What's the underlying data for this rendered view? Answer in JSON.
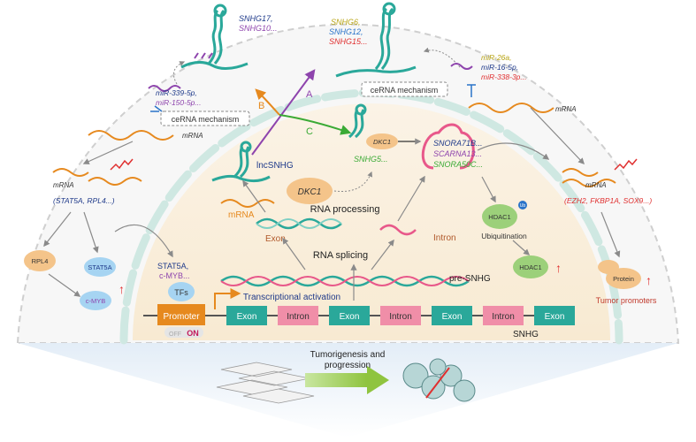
{
  "colors": {
    "teal": "#2aa89a",
    "pink": "#e8588a",
    "purple": "#8e44ad",
    "orange": "#e6891e",
    "green": "#3aaa35",
    "red": "#e03030",
    "blue": "#2a73c9",
    "olive": "#b8a414",
    "navy": "#1f3a8a"
  },
  "branches": {
    "a": "A",
    "b": "B",
    "c": "C"
  },
  "top_center": {
    "lines": [
      "SNHG6,",
      "SNHG12,",
      "SNHG15..."
    ],
    "ceRNA": "ceRNA mechanism"
  },
  "top_left": {
    "snhg_lines": [
      "SNHG17,",
      "SNHG10..."
    ],
    "mirna_lines": [
      "miR-339-5p,",
      "miR-150-5p..."
    ],
    "ceRNA": "ceRNA mechanism",
    "mrna": "mRNA"
  },
  "top_right": {
    "mirna_lines": [
      "miR-26a,",
      "miR-16-5p,",
      "miR-338-3p..."
    ],
    "mrna": "mRNA"
  },
  "left_panel": {
    "mrna": "mRNA",
    "targets": "(STAT5A, RPL4...)",
    "rpl4": "RPL4",
    "stat5a": "STAT5A",
    "cmyb": "c-MYB"
  },
  "right_panel": {
    "mrna": "mRNA",
    "targets": "(EZH2, FKBP1A, SOX9...)",
    "protein": "Protein",
    "tumor_promoters": "Tumor promoters"
  },
  "nucleus": {
    "lncsnhg": "lncSNHG",
    "dkc1": "DKC1",
    "dkc1_small": "DKC1",
    "snhg5": "SNHG5...",
    "snornas": [
      "SNORA71B...",
      "SCARNA13...",
      "SNORA50C..."
    ],
    "hdac1_top": "HDAC1",
    "ub": "Ub",
    "ubiquitination": "Ubiquitination",
    "hdac1_bottom": "HDAC1",
    "mrna": "mRNA",
    "rna_processing": "RNA processing",
    "exon": "Exon",
    "intron": "Intron",
    "rna_splicing": "RNA splicing",
    "pre_snhg": "pre-SNHG",
    "tf_lines": [
      "STAT5A,",
      "c-MYB..."
    ],
    "tfs": "TFs",
    "transcriptional": "Transcriptional activation",
    "promoter": "Promoter",
    "off": "OFF",
    "on": "ON",
    "gene_segments": [
      "Exon",
      "Intron",
      "Exon",
      "Intron",
      "Exon",
      "Intron",
      "Exon"
    ],
    "snhg": "SNHG"
  },
  "bottom": {
    "progression_lines": [
      "Tumorigenesis and",
      "progression"
    ]
  }
}
